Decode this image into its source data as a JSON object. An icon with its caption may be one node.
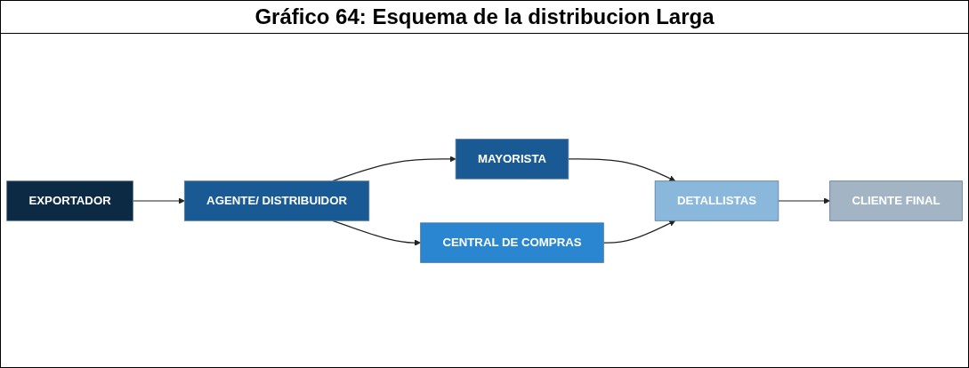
{
  "diagram": {
    "title": "Gráfico 64: Esquema de la distribucion Larga",
    "nodes": [
      {
        "text": [
          "EXPORTADOR"
        ]
      },
      {
        "text": [
          "AGENTE/ DISTRIBUIDOR"
        ]
      },
      {
        "text": [
          "MAYORISTA"
        ]
      },
      {
        "text": [
          "CENTRAL DE COMPRAS"
        ]
      },
      {
        "text": [
          "DETALLISTAS"
        ]
      },
      {
        "text": [
          "CLIENTE FINAL"
        ]
      }
    ],
    "edges": [
      {
        "from": 0,
        "to": 1,
        "arrow": "to"
      },
      {
        "from": 1,
        "to": 2,
        "arrow": "to"
      },
      {
        "from": 1,
        "to": 3,
        "arrow": "to"
      },
      {
        "from": 2,
        "to": 4,
        "arrow": "to"
      },
      {
        "from": 3,
        "to": 4,
        "arrow": "to"
      },
      {
        "from": 4,
        "to": 5,
        "arrow": "to"
      }
    ]
  }
}
